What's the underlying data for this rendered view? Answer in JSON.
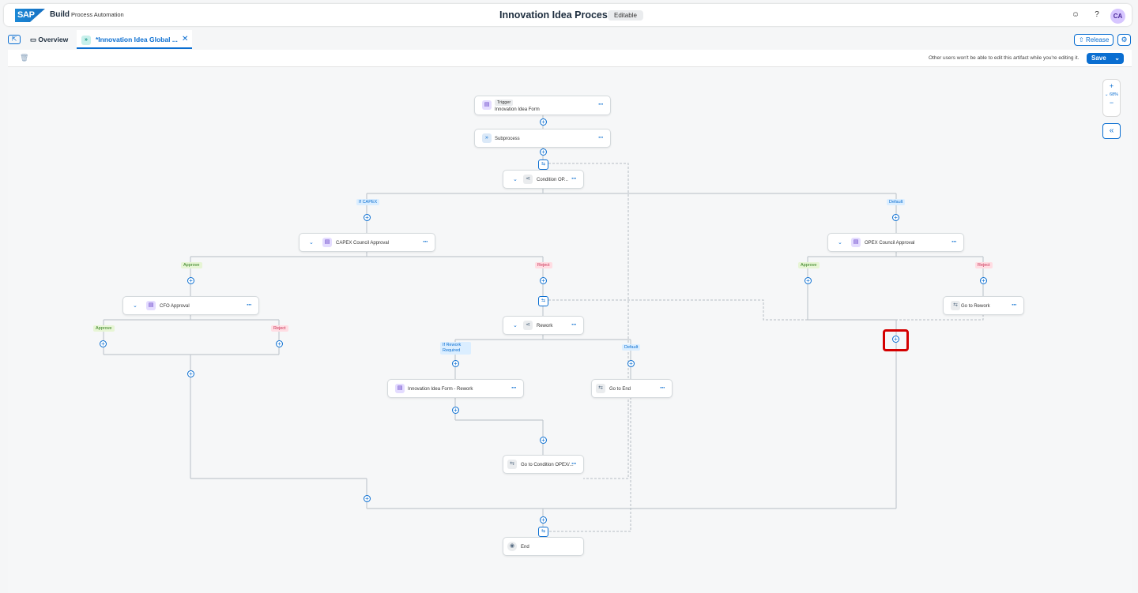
{
  "header": {
    "logo": "SAP",
    "product": "Build",
    "subproduct": "Process Automation",
    "title": "Innovation Idea Process",
    "status": "Editable",
    "avatar": "CA"
  },
  "tabs": {
    "overview": "Overview",
    "active": "*Innovation Idea Global ..."
  },
  "toolbar": {
    "release": "Release",
    "notice": "Other users won't be able to edit this artifact while you're editing it.",
    "save": "Save"
  },
  "zoom": {
    "level": "68%"
  },
  "nodes": {
    "trigger_tag": "Trigger",
    "trigger": "Innovation Idea Form",
    "subprocess": "Subprocess",
    "condition": "Condition OP...",
    "capex": "CAPEX Council Approval",
    "opex": "OPEX Council Approval",
    "cfo": "CFO Approval",
    "rework": "Rework",
    "goto_rework": "Go to Rework",
    "form_rework": "Innovation Idea Form - Rework",
    "goto_end": "Go to End",
    "goto_cond": "Go to Condition OPEX/...",
    "end": "End"
  },
  "labels": {
    "if_capex": "If CAPEX",
    "default1": "Default",
    "approve1": "Approve",
    "reject1": "Reject",
    "approve2": "Approve",
    "reject2": "Reject",
    "approve3": "Approve",
    "reject3": "Reject",
    "if_rework": "If Rework Required",
    "default2": "Default"
  }
}
